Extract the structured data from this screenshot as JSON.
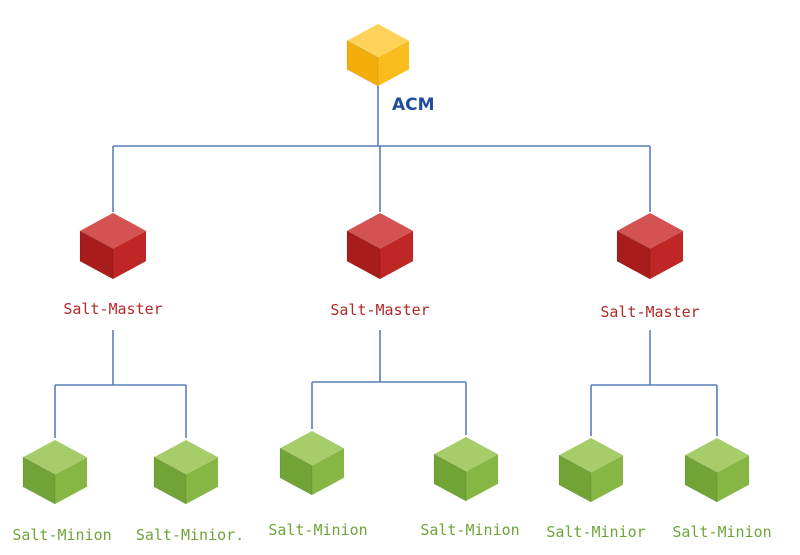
{
  "colors": {
    "line": "#5b7fba",
    "root_cube": {
      "top": "#ffd35a",
      "left": "#f3ae0c",
      "right": "#fbbd1e",
      "label": "#1f4e9a"
    },
    "master_cube": {
      "top": "#d55252",
      "left": "#a81c1c",
      "right": "#bf2626",
      "label": "#b12a2a"
    },
    "minion_cube": {
      "top": "#a6cd6a",
      "left": "#72a336",
      "right": "#86b744",
      "label": "#6ea43a"
    }
  },
  "root": {
    "label": "ACM"
  },
  "masters": [
    {
      "label": "Salt-Master",
      "minions": [
        {
          "label": "Salt-Minion"
        },
        {
          "label": "Salt-Minior."
        }
      ]
    },
    {
      "label": "Salt-Master",
      "minions": [
        {
          "label": "Salt-Minion"
        },
        {
          "label": "Salt-Minion"
        }
      ]
    },
    {
      "label": "Salt-Master",
      "minions": [
        {
          "label": "Salt-Minior"
        },
        {
          "label": "Salt-Minion"
        }
      ]
    }
  ]
}
